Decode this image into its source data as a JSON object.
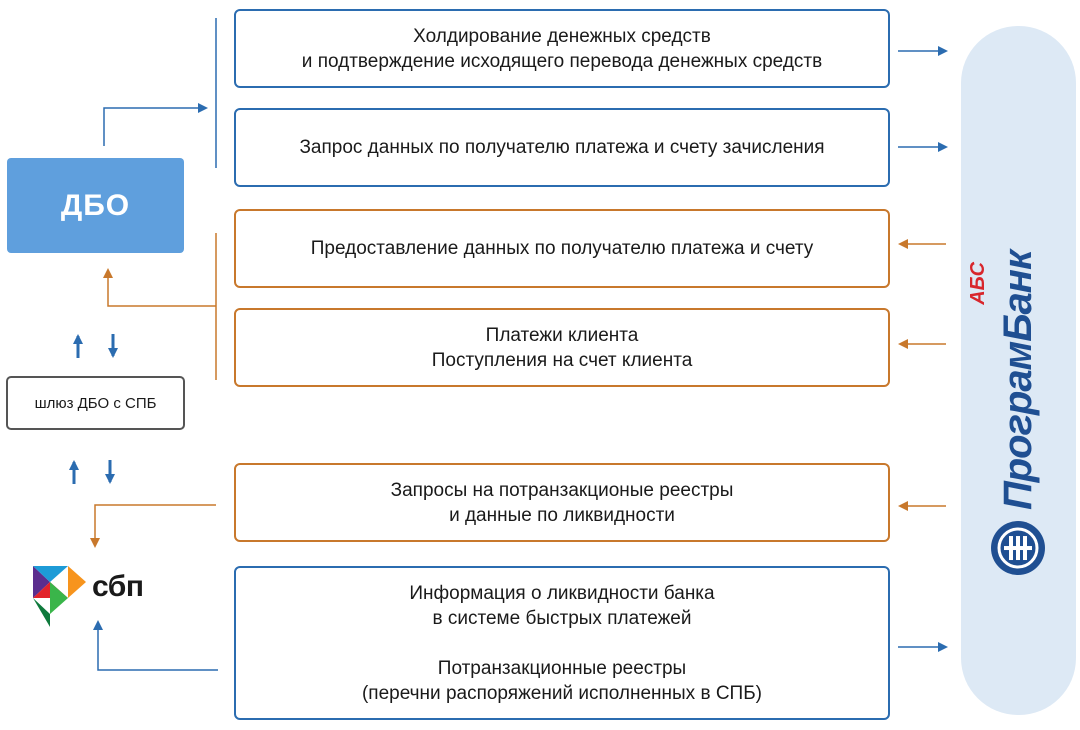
{
  "left": {
    "dbo_label": "ДБО",
    "gateway_label": "шлюз ДБО с СПБ",
    "sbp_label": "сбп"
  },
  "boxes": [
    {
      "lines": [
        "Холдирование денежных средств",
        "и подтверждение исходящего перевода денежных средств"
      ]
    },
    {
      "lines": [
        "Запрос данных по получателю платежа и счету зачисления"
      ]
    },
    {
      "lines": [
        "Предоставление данных по получателю платежа и счету"
      ]
    },
    {
      "lines": [
        "Платежи клиента",
        "Поступления на счет клиента"
      ]
    },
    {
      "lines": [
        "Запросы на потранзакционые реестры",
        "и данные по ликвидности"
      ]
    },
    {
      "lines": [
        "Информация о ликвидности банка",
        "в системе быстрых платежей",
        "Потранзакционные реестры",
        "(перечни распоряжений исполненных в СПБ)"
      ]
    }
  ],
  "right": {
    "brand_name": "ПрограмБанк",
    "brand_suffix": "АБС"
  },
  "colors": {
    "blue": "#2b6cb0",
    "orange": "#c8782c",
    "dbo_fill": "#5f9fdd",
    "panel": "#dde9f5",
    "brand": "#1f4f92",
    "brand_red": "#d8262c"
  }
}
